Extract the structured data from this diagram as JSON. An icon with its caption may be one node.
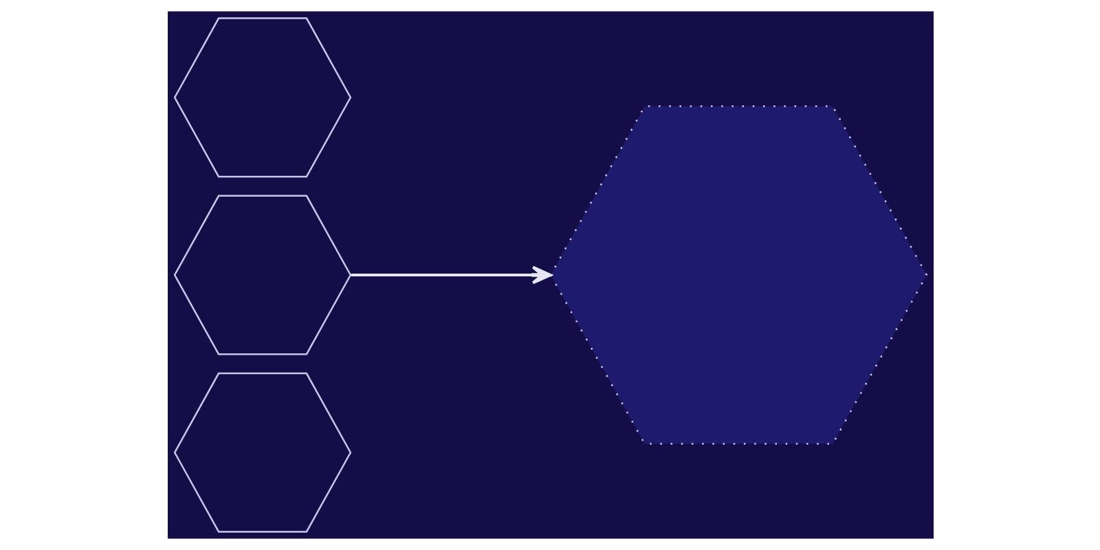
{
  "diagram": {
    "nodes": [
      {
        "text": [],
        "shape": "hexagon"
      },
      {
        "text": [],
        "shape": "hexagon"
      },
      {
        "text": [],
        "shape": "hexagon"
      },
      {
        "text": [],
        "shape": "hexagon"
      }
    ],
    "edges": [
      {
        "from": 1,
        "to": 3,
        "arrow": "to"
      }
    ]
  }
}
